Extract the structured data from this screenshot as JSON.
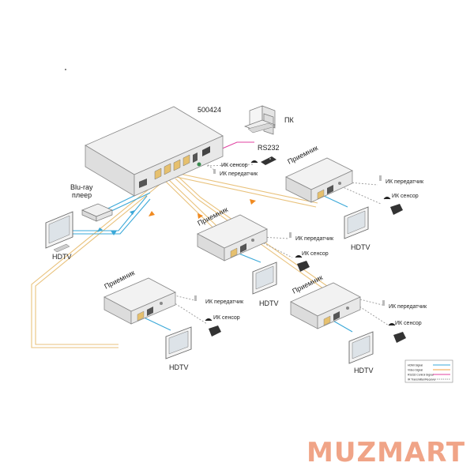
{
  "main_device": {
    "model": "500424"
  },
  "pc": {
    "label": "ПК"
  },
  "rs232": {
    "label": "RS232"
  },
  "source": {
    "label_line1": "Blu-ray",
    "label_line2": "плеер"
  },
  "local_tv": {
    "label": "HDTV"
  },
  "ir": {
    "sensor_label": "ИК сенсор",
    "transmitter_label": "ИК передатчик"
  },
  "receivers": [
    {
      "title": "Приемник",
      "tv_label": "HDTV",
      "tx_label": "ИК передатчик",
      "sensor_label": "ИК сенсор"
    },
    {
      "title": "Приемник",
      "tv_label": "HDTV",
      "tx_label": "ИК передатчик",
      "sensor_label": "ИК сенсор"
    },
    {
      "title": "Приемник",
      "tv_label": "HDTV",
      "tx_label": "ИК передатчик",
      "sensor_label": "ИК сенсор"
    },
    {
      "title": "Приемник",
      "tv_label": "HDTV",
      "tx_label": "ИК передатчик",
      "sensor_label": "ИК сенсор"
    }
  ],
  "legend": {
    "items": [
      {
        "label": "HDMI Signal",
        "color": "#3aa8d8"
      },
      {
        "label": "Video Signal",
        "color": "#f0a040"
      },
      {
        "label": "RS232 Control Signal",
        "color": "#e040a0"
      },
      {
        "label": "IR Transmitter/Receiver",
        "color": "#999999"
      }
    ]
  },
  "watermark": {
    "text": "MUZMART"
  },
  "colors": {
    "hdmi": "#3aa8d8",
    "cat": "#e9c27c",
    "rs232": "#e040a0",
    "ir": "#999999",
    "arrow_orange": "#f08a20"
  }
}
